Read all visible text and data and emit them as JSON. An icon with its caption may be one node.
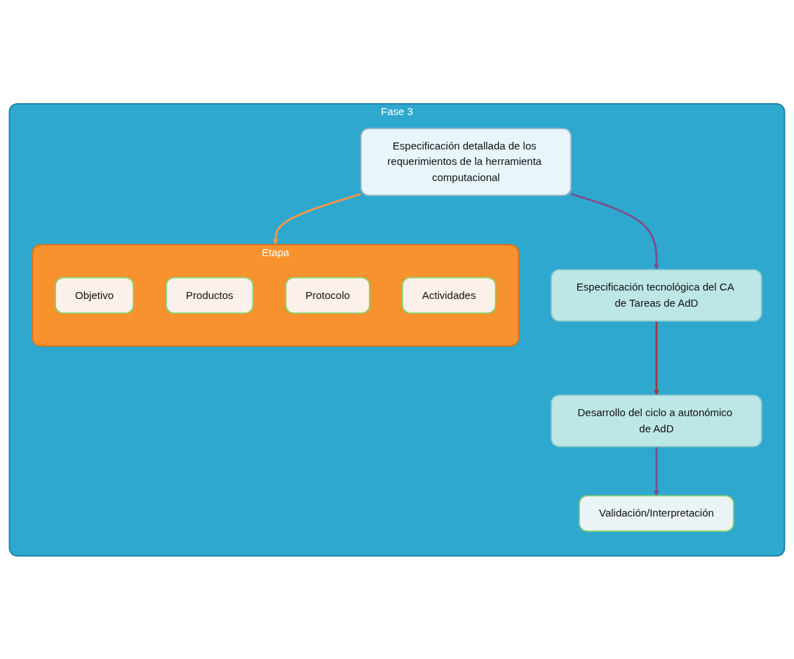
{
  "diagram": {
    "nodes": [
      {
        "text": [
          "Fase 3"
        ]
      },
      {
        "text": [
          "Especificación detallada de los requerimientos de la herramienta computacional"
        ],
        "in": 0
      },
      {
        "text": [
          "Especificación tecnológica del CA de Tareas de AdD"
        ],
        "in": 0
      },
      {
        "text": [
          "Desarrollo del ciclo a autonómico de AdD"
        ],
        "in": 0
      },
      {
        "text": [
          "Validación/Interpretación"
        ],
        "in": 0
      },
      {
        "text": [
          "Etapa"
        ],
        "in": 0
      },
      {
        "text": [
          "Objetivo"
        ],
        "in": 5
      },
      {
        "text": [
          "Productos"
        ],
        "in": 5
      },
      {
        "text": [
          "Protocolo"
        ],
        "in": 5
      },
      {
        "text": [
          "Actividades"
        ],
        "in": 5
      }
    ],
    "edges": [
      {
        "from": 1,
        "to": 2,
        "arrow": "to"
      },
      {
        "from": 2,
        "to": 3,
        "arrow": "to",
        "color": "#a33b3b"
      },
      {
        "from": 3,
        "to": 4,
        "arrow": "to"
      },
      {
        "from": 1,
        "to": 5,
        "arrow": "to",
        "color": "#f79646"
      }
    ]
  }
}
